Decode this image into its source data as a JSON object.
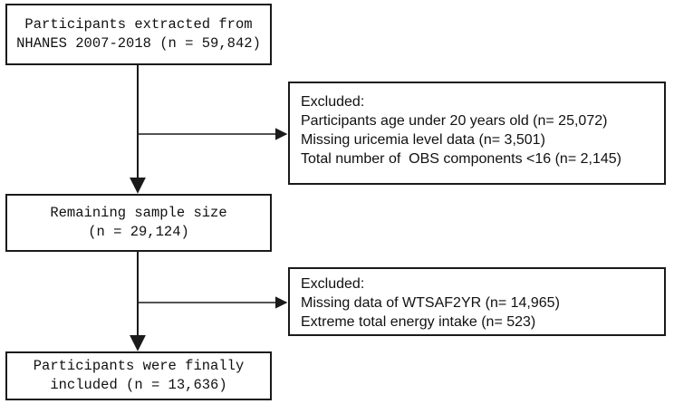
{
  "boxes": {
    "extracted": {
      "lines": [
        "Participants extracted from",
        "NHANES 2007-2018 (n = 59,842)"
      ]
    },
    "excluded_1": {
      "lines": [
        "Excluded:",
        "Participants age under 20 years old (n= 25,072)",
        "Missing uricemia level data (n= 3,501)",
        "Total number of  OBS components <16 (n= 2,145)"
      ]
    },
    "remaining": {
      "lines": [
        "Remaining sample size",
        "(n = 29,124)"
      ]
    },
    "excluded_2": {
      "lines": [
        "Excluded:",
        "Missing data of WTSAF2YR (n= 14,965)",
        "Extreme total energy intake (n= 523)"
      ]
    },
    "final": {
      "lines": [
        "Participants were finally",
        "included (n = 13,636)"
      ]
    }
  }
}
